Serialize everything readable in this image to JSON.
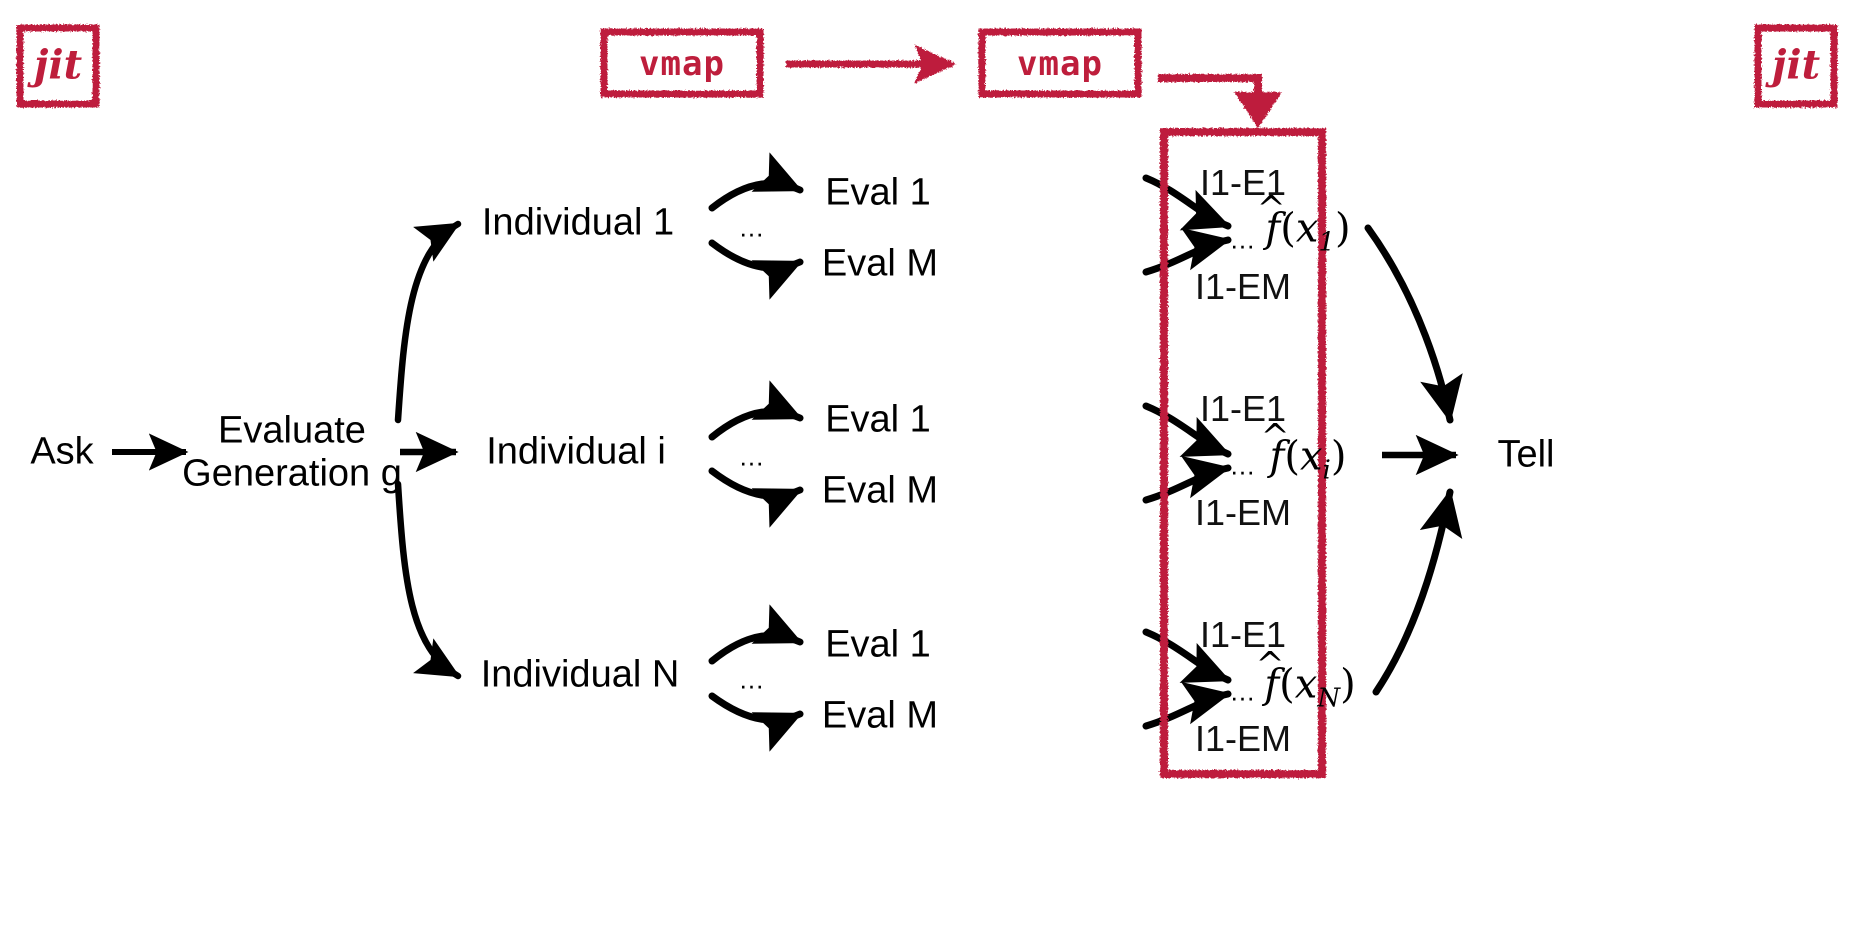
{
  "diagram": {
    "title": "JAX ask-tell evaluation pipeline",
    "colors": {
      "accent_red": "#BE1E3C",
      "ink": "#000000",
      "background": "#FFFFFF"
    },
    "badges": [
      {
        "name": "jit-badge-left",
        "text": "jit"
      },
      {
        "name": "jit-badge-right",
        "text": "jit"
      }
    ],
    "vmap_boxes": [
      {
        "name": "vmap-outer",
        "text": "vmap"
      },
      {
        "name": "vmap-inner",
        "text": "vmap"
      }
    ],
    "nodes": {
      "ask": "Ask",
      "evaluate_line1": "Evaluate",
      "evaluate_line2": "Generation g",
      "tell": "Tell"
    },
    "individuals": [
      {
        "label": "Individual 1",
        "ellipsis": "...",
        "evals": [
          "Eval 1",
          "Eval M"
        ]
      },
      {
        "label": "Individual i",
        "ellipsis": "...",
        "evals": [
          "Eval 1",
          "Eval M"
        ]
      },
      {
        "label": "Individual N",
        "ellipsis": "...",
        "evals": [
          "Eval 1",
          "Eval M"
        ]
      }
    ],
    "result_box": {
      "name": "vmapped-results-box",
      "groups": [
        {
          "first": "I1-E1",
          "ellipsis": "...",
          "last": "I1-EM"
        },
        {
          "first": "I1-E1",
          "ellipsis": "...",
          "last": "I1-EM"
        },
        {
          "first": "I1-E1",
          "ellipsis": "...",
          "last": "I1-EM"
        }
      ]
    },
    "fitness": [
      {
        "fn": "f",
        "arg": "x",
        "sub": "1"
      },
      {
        "fn": "f",
        "arg": "x",
        "sub": "i"
      },
      {
        "fn": "f",
        "arg": "x",
        "sub": "N"
      }
    ]
  }
}
